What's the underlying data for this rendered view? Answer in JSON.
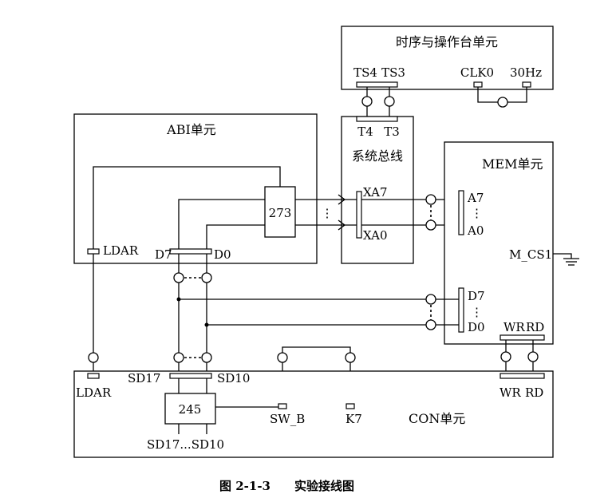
{
  "units": {
    "timing": "时序与操作台单元",
    "abi": "ABI单元",
    "bus": "系统总线",
    "mem": "MEM单元",
    "con": "CON单元"
  },
  "timing_pins": {
    "ts4": "TS4",
    "ts3": "TS3",
    "clk0": "CLK0",
    "hz30": "30Hz"
  },
  "bus_pins": {
    "t4": "T4",
    "t3": "T3",
    "xa7": "XA7",
    "xa0": "XA0"
  },
  "abi_labels": {
    "chip273": "273",
    "ldar": "LDAR",
    "d7": "D7",
    "d0": "D0"
  },
  "mem_labels": {
    "a7": "A7",
    "a0": "A0",
    "m_cs1": "M_CS1",
    "d7": "D7",
    "d0": "D0",
    "wr": "WR",
    "rd": "RD"
  },
  "con_labels": {
    "ldar": "LDAR",
    "sd17": "SD17",
    "sd10": "SD10",
    "chip245": "245",
    "sw_b": "SW_B",
    "k7": "K7",
    "wr": "WR",
    "rd": "RD",
    "bus_range": "SD17...SD10"
  },
  "vdots": "⋮",
  "caption": {
    "fig": "图 2-1-3",
    "text": "实验接线图"
  }
}
